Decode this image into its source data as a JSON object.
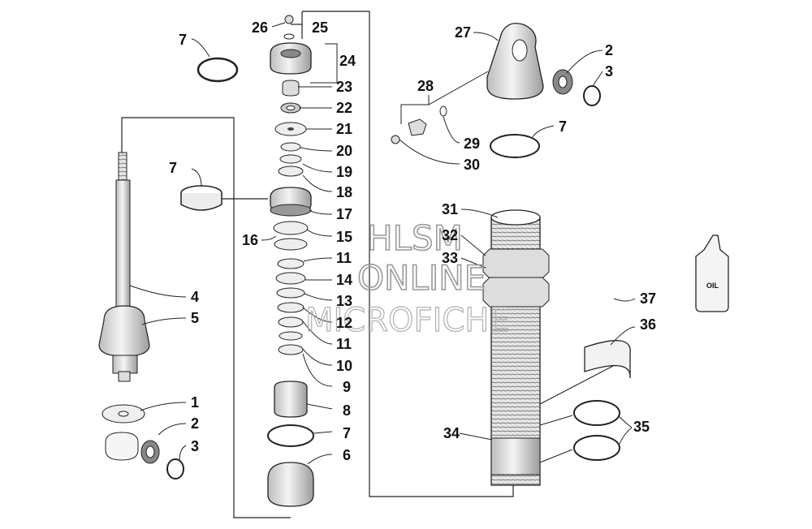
{
  "callouts": {
    "c1": "1",
    "c2a": "2",
    "c2b": "2",
    "c3a": "3",
    "c3b": "3",
    "c4": "4",
    "c5": "5",
    "c6": "6",
    "c7a": "7",
    "c7b": "7",
    "c7c": "7",
    "c7d": "7",
    "c8": "8",
    "c9": "9",
    "c10": "10",
    "c11a": "11",
    "c11b": "11",
    "c12": "12",
    "c13": "13",
    "c14": "14",
    "c15": "15",
    "c16": "16",
    "c17": "17",
    "c18": "18",
    "c19": "19",
    "c20": "20",
    "c21": "21",
    "c22": "22",
    "c23": "23",
    "c24": "24",
    "c25": "25",
    "c26": "26",
    "c27": "27",
    "c28": "28",
    "c29": "29",
    "c30": "30",
    "c31": "31",
    "c32": "32",
    "c33": "33",
    "c34": "34",
    "c35": "35",
    "c36": "36",
    "c37": "37"
  },
  "oil_label": "OIL",
  "watermark": {
    "line1": "HLSM",
    "line2": "ONLINE",
    "line3": "MICROFICHE"
  }
}
